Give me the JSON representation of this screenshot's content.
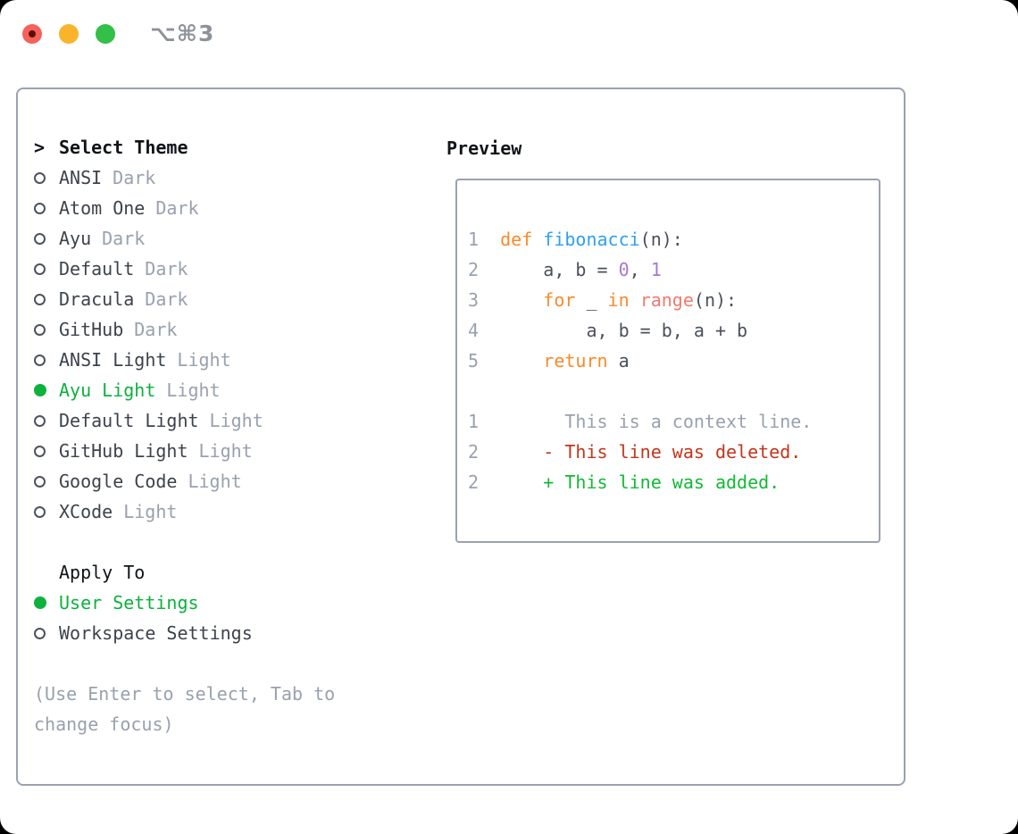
{
  "titlebar": {
    "shortcut": "⌥⌘3",
    "buttons": [
      "close",
      "minimize",
      "zoom"
    ]
  },
  "theme_picker": {
    "prompt": ">",
    "title": "Select Theme",
    "themes": [
      {
        "name": "ANSI",
        "variant": "Dark",
        "selected": false
      },
      {
        "name": "Atom One",
        "variant": "Dark",
        "selected": false
      },
      {
        "name": "Ayu",
        "variant": "Dark",
        "selected": false
      },
      {
        "name": "Default",
        "variant": "Dark",
        "selected": false
      },
      {
        "name": "Dracula",
        "variant": "Dark",
        "selected": false
      },
      {
        "name": "GitHub",
        "variant": "Dark",
        "selected": false
      },
      {
        "name": "ANSI Light",
        "variant": "Light",
        "selected": false
      },
      {
        "name": "Ayu Light",
        "variant": "Light",
        "selected": true
      },
      {
        "name": "Default Light",
        "variant": "Light",
        "selected": false
      },
      {
        "name": "GitHub Light",
        "variant": "Light",
        "selected": false
      },
      {
        "name": "Google Code",
        "variant": "Light",
        "selected": false
      },
      {
        "name": "XCode",
        "variant": "Light",
        "selected": false
      }
    ]
  },
  "apply_to": {
    "title": "Apply To",
    "options": [
      {
        "label": "User Settings",
        "selected": true
      },
      {
        "label": "Workspace Settings",
        "selected": false
      }
    ]
  },
  "help_text": "(Use Enter to select, Tab to change focus)",
  "preview": {
    "title": "Preview",
    "code_lines": [
      {
        "num": "1",
        "tokens": [
          [
            "def",
            "kw"
          ],
          [
            " ",
            "pl"
          ],
          [
            "fibonacci",
            "fn"
          ],
          [
            "(n):",
            "pl"
          ]
        ]
      },
      {
        "num": "2",
        "tokens": [
          [
            "    a, b = ",
            "pl"
          ],
          [
            "0",
            "nu"
          ],
          [
            ", ",
            "pl"
          ],
          [
            "1",
            "nu"
          ]
        ]
      },
      {
        "num": "3",
        "tokens": [
          [
            "    ",
            "pl"
          ],
          [
            "for",
            "kw"
          ],
          [
            " _ ",
            "pl"
          ],
          [
            "in",
            "kw"
          ],
          [
            " ",
            "pl"
          ],
          [
            "range",
            "call"
          ],
          [
            "(n):",
            "pl"
          ]
        ]
      },
      {
        "num": "4",
        "tokens": [
          [
            "        a, b = b, a + b",
            "pl"
          ]
        ]
      },
      {
        "num": "5",
        "tokens": [
          [
            "    ",
            "pl"
          ],
          [
            "return",
            "kw"
          ],
          [
            " a",
            "pl"
          ]
        ]
      },
      {
        "num": "",
        "tokens": []
      },
      {
        "num": "1",
        "tokens": [
          [
            "      This is a context line.",
            "ctx"
          ]
        ]
      },
      {
        "num": "2",
        "tokens": [
          [
            "    - This line was deleted.",
            "del"
          ]
        ]
      },
      {
        "num": "2",
        "tokens": [
          [
            "    + This line was added.",
            "add"
          ]
        ]
      }
    ]
  },
  "colors": {
    "accent_green": "#0cb23c",
    "diff_green": "#12ba35",
    "diff_red": "#c4351c",
    "keyword_orange": "#f98a2b",
    "function_blue": "#2da0f2",
    "builtin_coral": "#f27a70",
    "number_purple": "#a478d4",
    "border_gray": "#9aa2b1",
    "muted_gray": "#98a1ae",
    "code_text": "#4b515a",
    "list_text": "#3d434c",
    "heading_black": "#101419"
  }
}
